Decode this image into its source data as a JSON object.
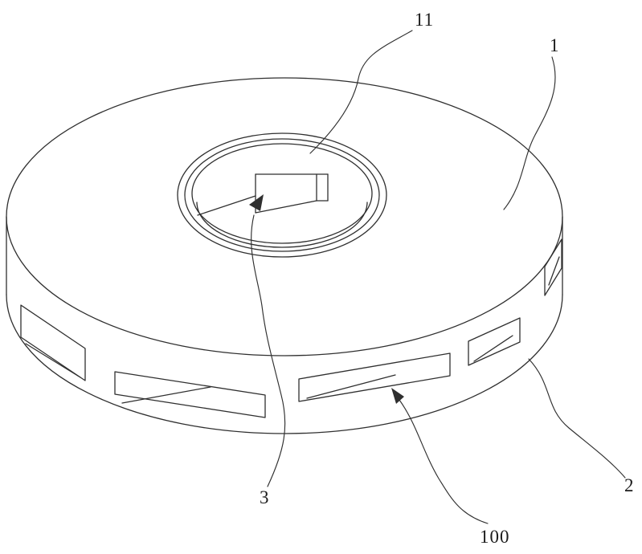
{
  "figure": {
    "background_color": "#ffffff",
    "line_color": "#2f2f2f",
    "labels": [
      {
        "id": "11",
        "text": "11"
      },
      {
        "id": "1",
        "text": "1"
      },
      {
        "id": "2",
        "text": "2"
      },
      {
        "id": "3",
        "text": "3"
      },
      {
        "id": "100",
        "text": "100"
      }
    ]
  }
}
